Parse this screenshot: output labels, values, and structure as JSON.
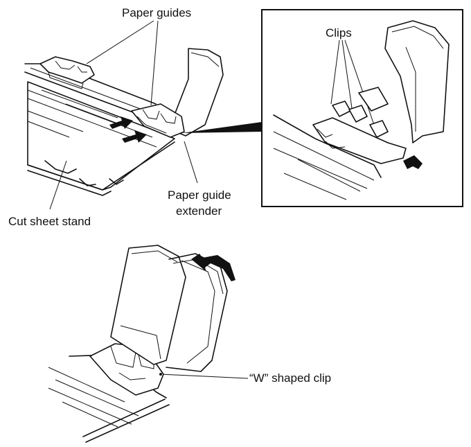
{
  "labels": {
    "paper_guides": "Paper guides",
    "clips": "Clips",
    "paper_guide_extender_line1": "Paper guide",
    "paper_guide_extender_line2": "extender",
    "cut_sheet_stand": "Cut sheet stand",
    "w_shaped_clip": "“W” shaped clip"
  }
}
